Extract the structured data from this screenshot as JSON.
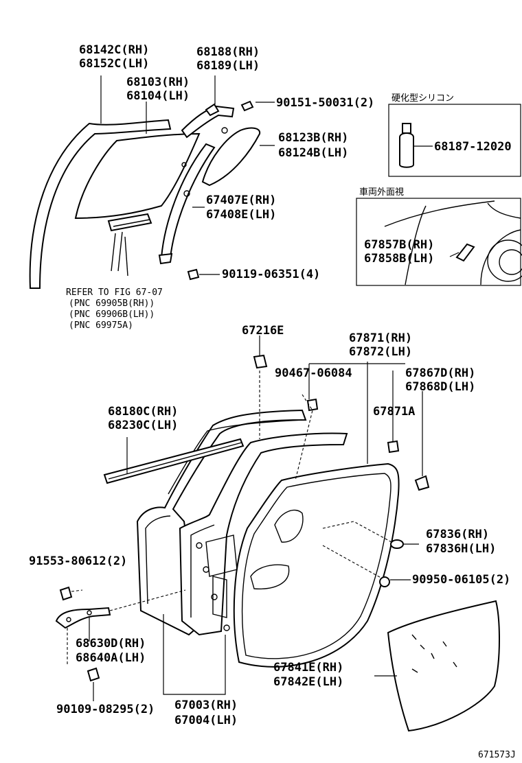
{
  "labels": {
    "p68142c": "68142C(RH)",
    "p68152c": "68152C(LH)",
    "p68188": "68188(RH)",
    "p68189": "68189(LH)",
    "p68103": "68103(RH)",
    "p68104": "68104(LH)",
    "p90151": "90151-50031(2)",
    "p68123b": "68123B(RH)",
    "p68124b": "68124B(LH)",
    "p67407e": "67407E(RH)",
    "p67408e": "67408E(LH)",
    "p90119": "90119-06351(4)",
    "refer1": "REFER TO FIG  67-07",
    "refer2": "(PNC 69905B(RH))",
    "refer3": "(PNC 69906B(LH))",
    "refer4": "(PNC 69975A)",
    "p67216e": "67216E",
    "p67871rh": "67871(RH)",
    "p67872": "67872(LH)",
    "p90467": "90467-06084",
    "p67867d": "67867D(RH)",
    "p67868d": "67868D(LH)",
    "p67871a": "67871A",
    "p68180c": "68180C(RH)",
    "p68230c": "68230C(LH)",
    "p67836rh": "67836(RH)",
    "p67836h": "67836H(LH)",
    "p91553": "91553-80612(2)",
    "p90950": "90950-06105(2)",
    "p68630d": "68630D(RH)",
    "p68640a": "68640A(LH)",
    "p67841e": "67841E(RH)",
    "p67842e": "67842E(LH)",
    "p90109": "90109-08295(2)",
    "p67003": "67003(RH)",
    "p67004": "67004(LH)",
    "p67857b": "67857B(RH)",
    "p67858b": "67858B(LH)",
    "p68187": "68187-12020",
    "silicone_title": "硬化型シリコン",
    "exterior_title": "車両外面視",
    "figure_code": "671573J"
  }
}
